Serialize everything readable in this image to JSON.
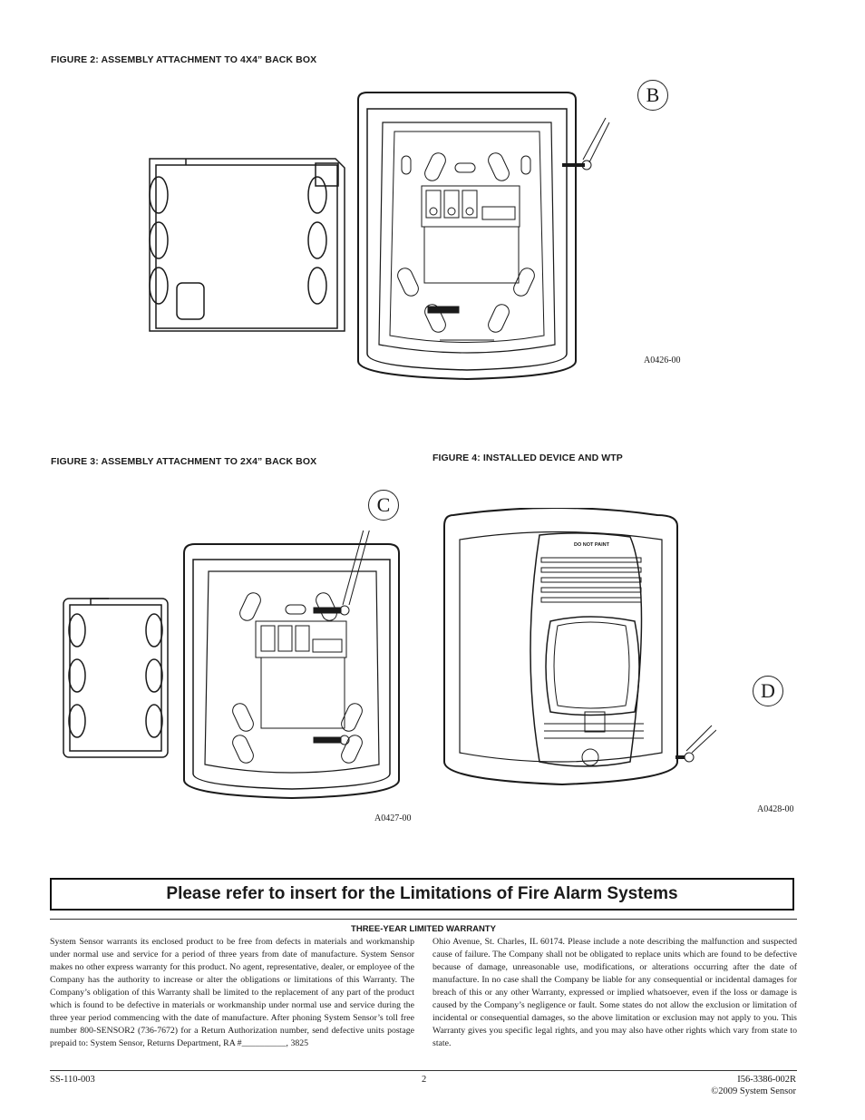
{
  "figures": [
    {
      "caption": "FIGURE 2: ASSEMBLY ATTACHMENT TO 4X4” BACK BOX",
      "code": "A0426-00",
      "callout": "B"
    },
    {
      "caption": "FIGURE 3: ASSEMBLY ATTACHMENT TO 2X4” BACK BOX",
      "code": "A0427-00",
      "callout": "C"
    },
    {
      "caption": "FIGURE 4: INSTALLED DEVICE AND WTP",
      "code": "A0428-00",
      "callout": "D",
      "device_label": "DO NOT PAINT"
    }
  ],
  "banner": "Please refer to insert for the Limitations of Fire Alarm Systems",
  "warranty": {
    "title": "THREE-YEAR LIMITED WARRANTY",
    "col1": "System Sensor warrants its enclosed product to be free from defects in materials and workmanship under normal use and service for a period of three years from date of manufacture. System Sensor makes no other express warranty for this product. No agent, representative, dealer, or employee of the Company has the authority to increase or alter the obligations or limitations of this Warranty. The Company’s obligation of this Warranty shall be limited to the replacement of any part of the product which is found to be defective in materials or workmanship under normal use and service during the three year period commencing with the date of manufacture. After phoning System Sensor’s toll free number 800-SENSOR2 (736-7672) for a Return Authorization number, send defective units postage prepaid to: System Sensor, Returns Department, RA #__________, 3825",
    "col2": "Ohio Avenue, St. Charles, IL 60174. Please include a note describing the malfunction and suspected cause of failure. The Company shall not be obligated to replace units which are found to be defective because of damage, unreasonable use, modifications, or alterations occurring after the date of manufacture. In no case shall the Company be liable for any consequential or incidental damages for breach of this or any other Warranty, expressed or implied whatsoever, even if the loss or damage is caused by the Company’s negligence or fault. Some states do not allow the exclusion or limitation of incidental or consequential damages, so the above limitation or exclusion may not apply to you. This Warranty gives you specific legal rights, and you may also have other rights which vary from state to state."
  },
  "footer": {
    "left": "SS-110-003",
    "page": "2",
    "doc": "I56-3386-002R",
    "copyright": "©2009 System Sensor"
  }
}
